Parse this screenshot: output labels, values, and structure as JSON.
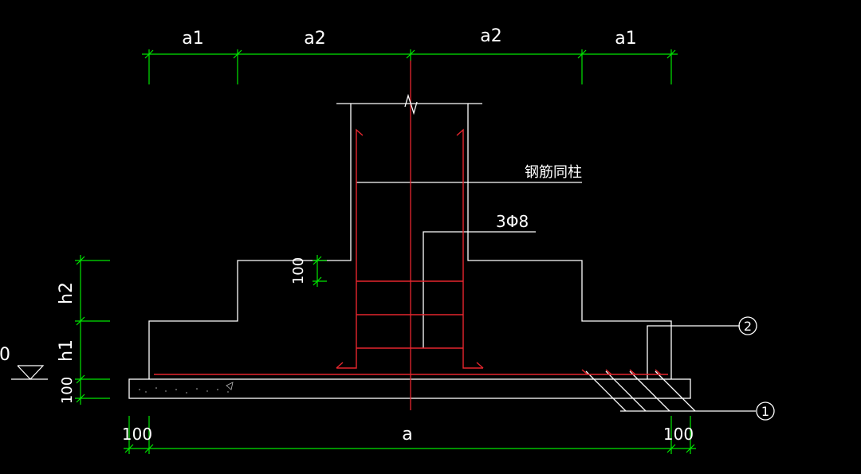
{
  "drawing": {
    "background": "#000000",
    "colors": {
      "outline": "#ffffff",
      "dimension": "#00e600",
      "rebar": "#e6262e",
      "centerline": "#e6262e",
      "text": "#ffffff"
    },
    "top_dims": [
      "a1",
      "a2",
      "a2",
      "a1"
    ],
    "left_dims": [
      "h2",
      "h1",
      "100"
    ],
    "bottom_dims": [
      "100",
      "a",
      "100"
    ],
    "step_dim": "100",
    "level_mark": "0",
    "labels": {
      "rebar_note": "钢筋同柱",
      "stirrup_note": "3Φ8"
    },
    "markers": [
      "1",
      "2"
    ]
  }
}
